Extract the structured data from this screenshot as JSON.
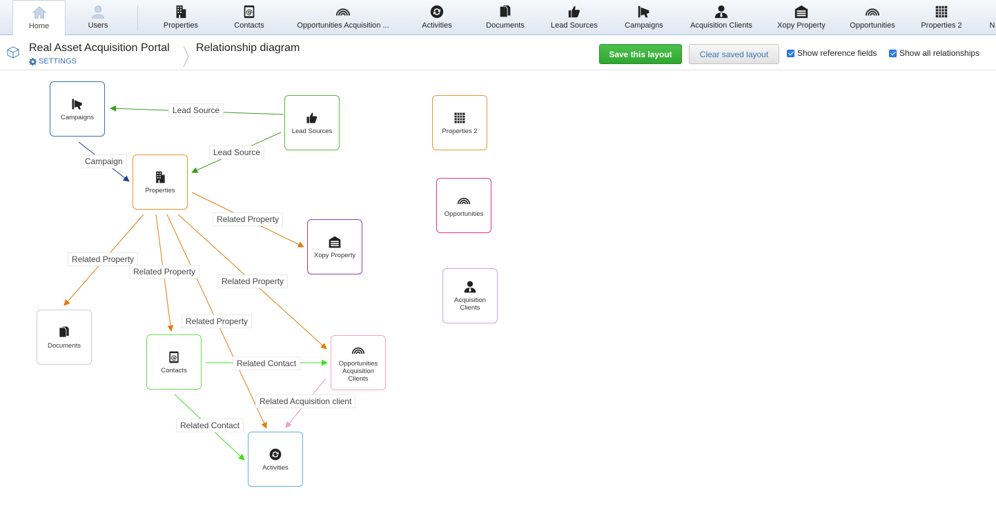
{
  "nav": {
    "items": [
      {
        "label": "Home",
        "icon": "home-icon"
      },
      {
        "label": "Users",
        "icon": "user-icon"
      },
      {
        "label": "Properties",
        "icon": "building-icon"
      },
      {
        "label": "Contacts",
        "icon": "contact-book-icon"
      },
      {
        "label": "Opportunities Acquisition ...",
        "icon": "rainbow-icon"
      },
      {
        "label": "Activities",
        "icon": "refresh-icon"
      },
      {
        "label": "Documents",
        "icon": "documents-icon"
      },
      {
        "label": "Lead Sources",
        "icon": "thumbs-up-icon"
      },
      {
        "label": "Campaigns",
        "icon": "megaphone-icon"
      },
      {
        "label": "Acquisition Clients",
        "icon": "person-tie-icon"
      },
      {
        "label": "Xopy Property",
        "icon": "warehouse-icon"
      },
      {
        "label": "Opportunities",
        "icon": "rainbow-icon"
      },
      {
        "label": "Properties 2",
        "icon": "grid-icon"
      },
      {
        "label": "N",
        "icon": ""
      }
    ]
  },
  "header": {
    "app_title": "Real Asset Acquisition Portal",
    "settings_label": "SETTINGS",
    "page_title": "Relationship diagram",
    "save_label": "Save this layout",
    "clear_label": "Clear saved layout",
    "show_reference_fields": "Show reference fields",
    "show_all_relationships": "Show all relationships"
  },
  "colors": {
    "campaigns": "#3c6db5",
    "lead_sources": "#5cb83a",
    "properties": "#e8962e",
    "properties2": "#e8962e",
    "opportunities": "#e0338f",
    "acquisition_clients": "#c8a5ec",
    "xopy_property": "#8a3fc0",
    "documents": "#cccccc",
    "contacts": "#66dd55",
    "opp_acq_clients": "#f4a0c8",
    "activities": "#5fb0e8"
  },
  "diagram": {
    "nodes": {
      "campaigns": "Campaigns",
      "lead_sources": "Lead Sources",
      "properties2": "Properties 2",
      "properties": "Properties",
      "opportunities": "Opportunities",
      "xopy_property": "Xopy Property",
      "acquisition_clients": "Acquisition Clients",
      "documents": "Documents",
      "contacts": "Contacts",
      "opp_acq_clients": "Opportunities Acquisition Clients",
      "activities": "Activities"
    },
    "edge_labels": {
      "lead_to_campaign": "Lead Source",
      "lead_to_property": "Lead Source",
      "campaign_to_property": "Campaign",
      "prop_to_xopy": "Related Property",
      "prop_to_documents": "Related Property",
      "prop_to_contacts": "Related Property",
      "prop_to_oppacq": "Related Property",
      "prop_to_activities": "Related Property",
      "contact_to_oppacq": "Related Contact",
      "oppacq_to_activities": "Related Acquisition client",
      "contact_to_activities": "Related Contact"
    }
  }
}
